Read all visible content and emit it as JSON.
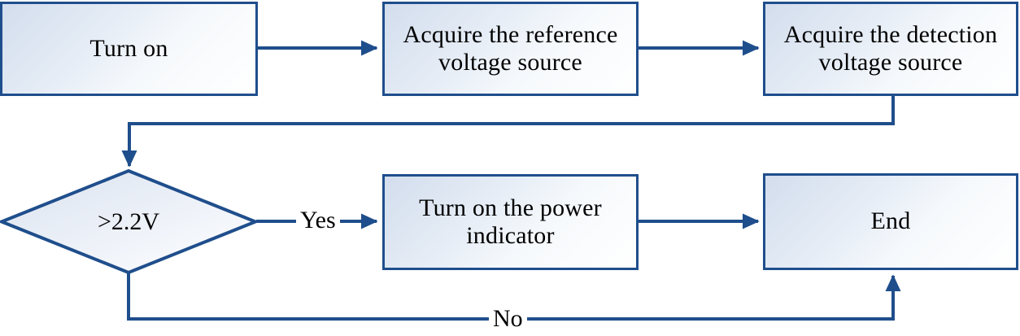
{
  "diagram": {
    "type": "flowchart",
    "title": "",
    "theme": {
      "edge_color": "#1F4E8C",
      "node_border_color": "#1F4E8C",
      "node_fill_start": "#d3dded",
      "node_fill_end": "#ffffff",
      "text_color": "#000000",
      "background": "#ffffff"
    },
    "nodes": [
      {
        "id": "turn_on",
        "shape": "rect",
        "label": "Turn on"
      },
      {
        "id": "acquire_reference",
        "shape": "rect",
        "label": "Acquire the reference\nvoltage source"
      },
      {
        "id": "acquire_detection",
        "shape": "rect",
        "label": "Acquire the detection\nvoltage source"
      },
      {
        "id": "threshold",
        "shape": "diamond",
        "label": ">2.2V"
      },
      {
        "id": "turn_on_indicator",
        "shape": "rect",
        "label": "Turn on the power\nindicator"
      },
      {
        "id": "end",
        "shape": "rect",
        "label": "End"
      }
    ],
    "edges": [
      {
        "from": "turn_on",
        "to": "acquire_reference",
        "label": ""
      },
      {
        "from": "acquire_reference",
        "to": "acquire_detection",
        "label": ""
      },
      {
        "from": "acquire_detection",
        "to": "threshold",
        "label": ""
      },
      {
        "from": "threshold",
        "to": "turn_on_indicator",
        "label": "Yes"
      },
      {
        "from": "turn_on_indicator",
        "to": "end",
        "label": ""
      },
      {
        "from": "threshold",
        "to": "end",
        "label": "No"
      }
    ],
    "edge_labels": {
      "yes": "Yes",
      "no": "No"
    }
  }
}
